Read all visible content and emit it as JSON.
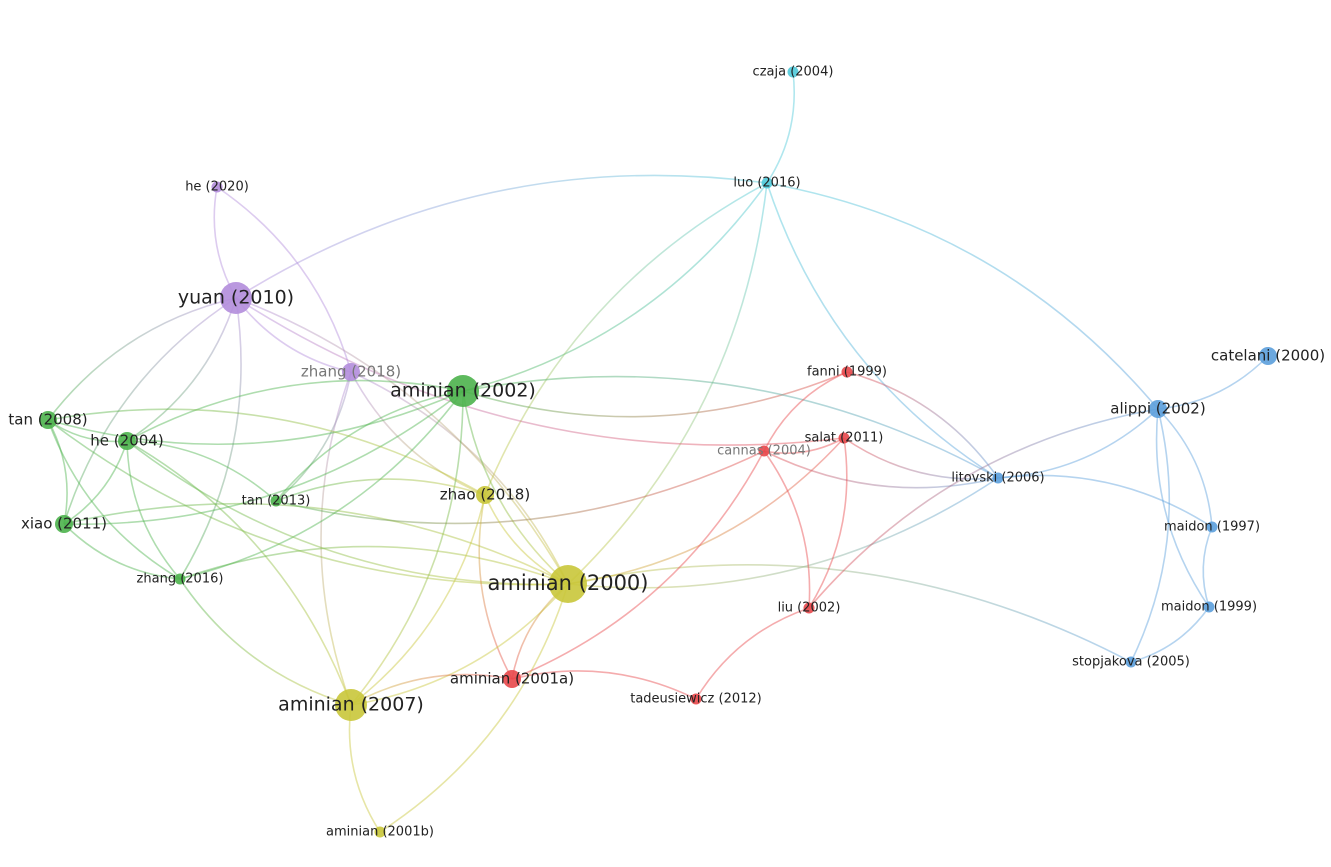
{
  "clusters": {
    "red": "#e8474a",
    "green": "#4db34d",
    "blue": "#5b9fdc",
    "yellow": "#c9c63a",
    "purple": "#b38ddc",
    "cyan": "#4fc9d9"
  },
  "nodes": [
    {
      "id": "czaja2004",
      "label": "czaja (2004)",
      "cluster": "cyan",
      "weight": 1
    },
    {
      "id": "luo2016",
      "label": "luo (2016)",
      "cluster": "cyan",
      "weight": 1
    },
    {
      "id": "he2020",
      "label": "he (2020)",
      "cluster": "purple",
      "weight": 1
    },
    {
      "id": "yuan2010",
      "label": "yuan (2010)",
      "cluster": "purple",
      "weight": 4
    },
    {
      "id": "zhang2018",
      "label": "zhang (2018)",
      "cluster": "purple",
      "weight": 2,
      "faded": true
    },
    {
      "id": "aminian2002",
      "label": "aminian (2002)",
      "cluster": "green",
      "weight": 4
    },
    {
      "id": "tan2008",
      "label": "tan (2008)",
      "cluster": "green",
      "weight": 2
    },
    {
      "id": "he2004",
      "label": "he (2004)",
      "cluster": "green",
      "weight": 2
    },
    {
      "id": "tan2013",
      "label": "tan (2013)",
      "cluster": "green",
      "weight": 1
    },
    {
      "id": "xiao2011",
      "label": "xiao (2011)",
      "cluster": "green",
      "weight": 2
    },
    {
      "id": "zhang2016",
      "label": "zhang (2016)",
      "cluster": "green",
      "weight": 1
    },
    {
      "id": "zhao2018",
      "label": "zhao (2018)",
      "cluster": "yellow",
      "weight": 2
    },
    {
      "id": "aminian2000",
      "label": "aminian (2000)",
      "cluster": "yellow",
      "weight": 5
    },
    {
      "id": "aminian2007",
      "label": "aminian (2007)",
      "cluster": "yellow",
      "weight": 4
    },
    {
      "id": "aminian2001b",
      "label": "aminian (2001b)",
      "cluster": "yellow",
      "weight": 1
    },
    {
      "id": "aminian2001a",
      "label": "aminian (2001a)",
      "cluster": "red",
      "weight": 2
    },
    {
      "id": "tadeusiewicz2012",
      "label": "tadeusiewicz (2012)",
      "cluster": "red",
      "weight": 1
    },
    {
      "id": "fanni1999",
      "label": "fanni (1999)",
      "cluster": "red",
      "weight": 1
    },
    {
      "id": "cannas2004",
      "label": "cannas (2004)",
      "cluster": "red",
      "weight": 1,
      "faded": true
    },
    {
      "id": "salat2011",
      "label": "salat (2011)",
      "cluster": "red",
      "weight": 1
    },
    {
      "id": "liu2002",
      "label": "liu (2002)",
      "cluster": "red",
      "weight": 1
    },
    {
      "id": "litovski2006",
      "label": "litovski (2006)",
      "cluster": "blue",
      "weight": 1
    },
    {
      "id": "alippi2002",
      "label": "alippi (2002)",
      "cluster": "blue",
      "weight": 2
    },
    {
      "id": "catelani2000",
      "label": "catelani (2000)",
      "cluster": "blue",
      "weight": 2
    },
    {
      "id": "maidon1997",
      "label": "maidon (1997)",
      "cluster": "blue",
      "weight": 1
    },
    {
      "id": "maidon1999",
      "label": "maidon (1999)",
      "cluster": "blue",
      "weight": 1
    },
    {
      "id": "stopjakova2005",
      "label": "stopjakova (2005)",
      "cluster": "blue",
      "weight": 1
    }
  ],
  "links": [
    [
      "czaja2004",
      "luo2016"
    ],
    [
      "luo2016",
      "yuan2010"
    ],
    [
      "luo2016",
      "aminian2002"
    ],
    [
      "luo2016",
      "zhao2018"
    ],
    [
      "luo2016",
      "aminian2000"
    ],
    [
      "luo2016",
      "litovski2006"
    ],
    [
      "luo2016",
      "alippi2002"
    ],
    [
      "he2020",
      "yuan2010"
    ],
    [
      "he2020",
      "zhang2018"
    ],
    [
      "yuan2010",
      "tan2008"
    ],
    [
      "yuan2010",
      "he2004"
    ],
    [
      "yuan2010",
      "xiao2011"
    ],
    [
      "yuan2010",
      "zhang2016"
    ],
    [
      "yuan2010",
      "zhang2018"
    ],
    [
      "yuan2010",
      "aminian2000"
    ],
    [
      "yuan2010",
      "salat2011"
    ],
    [
      "zhang2018",
      "tan2013"
    ],
    [
      "zhang2018",
      "aminian2007"
    ],
    [
      "zhang2018",
      "aminian2000"
    ],
    [
      "zhang2018",
      "zhao2018"
    ],
    [
      "aminian2002",
      "tan2008"
    ],
    [
      "aminian2002",
      "he2004"
    ],
    [
      "aminian2002",
      "xiao2011"
    ],
    [
      "aminian2002",
      "tan2013"
    ],
    [
      "aminian2002",
      "zhang2016"
    ],
    [
      "aminian2002",
      "aminian2000"
    ],
    [
      "aminian2002",
      "aminian2007"
    ],
    [
      "aminian2002",
      "fanni1999"
    ],
    [
      "aminian2002",
      "litovski2006"
    ],
    [
      "tan2008",
      "he2004"
    ],
    [
      "tan2008",
      "xiao2011"
    ],
    [
      "tan2008",
      "zhang2016"
    ],
    [
      "tan2008",
      "zhao2018"
    ],
    [
      "tan2008",
      "aminian2000"
    ],
    [
      "he2004",
      "xiao2011"
    ],
    [
      "he2004",
      "zhang2016"
    ],
    [
      "he2004",
      "tan2013"
    ],
    [
      "he2004",
      "aminian2000"
    ],
    [
      "he2004",
      "aminian2007"
    ],
    [
      "xiao2011",
      "zhang2016"
    ],
    [
      "xiao2011",
      "aminian2000"
    ],
    [
      "tan2013",
      "cannas2004"
    ],
    [
      "tan2013",
      "zhao2018"
    ],
    [
      "zhang2016",
      "aminian2007"
    ],
    [
      "zhang2016",
      "aminian2000"
    ],
    [
      "zhao2018",
      "aminian2000"
    ],
    [
      "zhao2018",
      "aminian2007"
    ],
    [
      "zhao2018",
      "aminian2001a"
    ],
    [
      "aminian2000",
      "aminian2007"
    ],
    [
      "aminian2000",
      "aminian2001a"
    ],
    [
      "aminian2000",
      "aminian2001b"
    ],
    [
      "aminian2000",
      "litovski2006"
    ],
    [
      "aminian2000",
      "stopjakova2005"
    ],
    [
      "aminian2000",
      "salat2011"
    ],
    [
      "aminian2007",
      "aminian2001a"
    ],
    [
      "aminian2007",
      "aminian2001b"
    ],
    [
      "aminian2001a",
      "tadeusiewicz2012"
    ],
    [
      "aminian2001a",
      "cannas2004"
    ],
    [
      "tadeusiewicz2012",
      "liu2002"
    ],
    [
      "fanni1999",
      "cannas2004"
    ],
    [
      "fanni1999",
      "litovski2006"
    ],
    [
      "cannas2004",
      "salat2011"
    ],
    [
      "cannas2004",
      "liu2002"
    ],
    [
      "cannas2004",
      "litovski2006"
    ],
    [
      "salat2011",
      "liu2002"
    ],
    [
      "salat2011",
      "litovski2006"
    ],
    [
      "liu2002",
      "alippi2002"
    ],
    [
      "litovski2006",
      "alippi2002"
    ],
    [
      "litovski2006",
      "maidon1997"
    ],
    [
      "alippi2002",
      "catelani2000"
    ],
    [
      "alippi2002",
      "maidon1997"
    ],
    [
      "alippi2002",
      "maidon1999"
    ],
    [
      "alippi2002",
      "stopjakova2005"
    ],
    [
      "maidon1997",
      "maidon1999"
    ],
    [
      "maidon1999",
      "stopjakova2005"
    ]
  ]
}
